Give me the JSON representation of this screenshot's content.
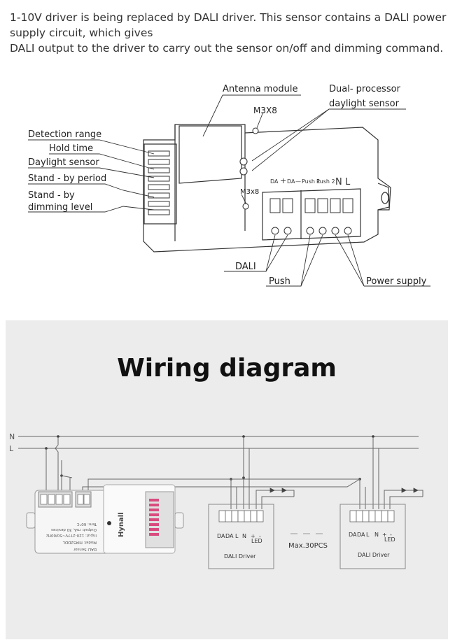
{
  "intro": {
    "line1": "1-10V driver is being replaced by DALI driver. This sensor contains a DALI power",
    "line2": "supply circuit, which gives",
    "line3": "DALI output to the driver to carry out the sensor on/off and dimming command."
  },
  "product_diagram": {
    "callouts": {
      "antenna_module": "Antenna module",
      "dual_processor": "Dual- processor",
      "daylight_sensor_top": "daylight sensor",
      "m3x8_upper": "M3X8",
      "m3x8_lower": "M3x8",
      "detection_range": "Detection range",
      "hold_time": "Hold time",
      "daylight_sensor": "Daylight sensor",
      "standby_period": "Stand - by period",
      "standby_dim_1": "Stand - by",
      "standby_dim_2": "dimming level",
      "dali": "DALI",
      "push": "Push",
      "power_supply": "Power supply"
    },
    "terminal_labels": {
      "da_minus": "DA",
      "plus": "+",
      "da_plus": "DA",
      "minus": "—",
      "push1": "Push 1",
      "push2": "Push 2",
      "n": "N",
      "l": "L"
    }
  },
  "wiring": {
    "title": "Wiring diagram",
    "line_n": "N",
    "line_l": "L",
    "sensor_brand": "Hynall",
    "sensor_label_1": "DALI Sensor",
    "sensor_label_2": "Model: HIR52DDL",
    "sensor_label_3": "Input: 120-277V~50/60Hz",
    "sensor_label_4": "Output: mA, 30 devices",
    "sensor_label_5": "Tem: 60°C",
    "driver_terminals": [
      "DA",
      "DA",
      "L",
      "N",
      "+",
      "-"
    ],
    "driver_led_label": "LED",
    "driver_name": "DALI Driver",
    "max_label": "Max.30PCS"
  }
}
